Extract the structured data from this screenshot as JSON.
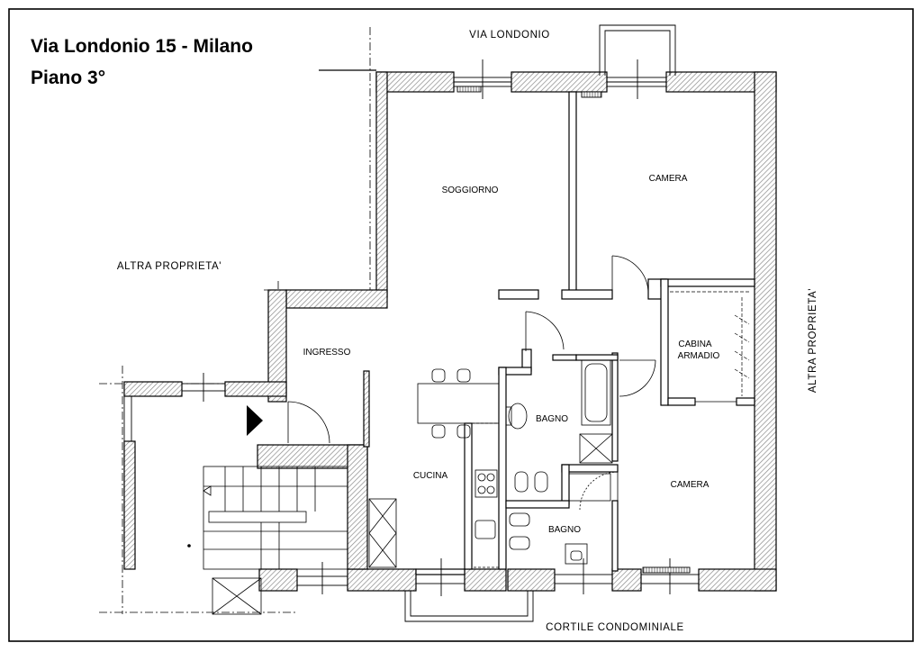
{
  "header": {
    "address": "Via Londonio 15 - Milano",
    "floor": "Piano 3°"
  },
  "surroundings": {
    "street_north": "VIA LONDONIO",
    "courtyard_south": "CORTILE CONDOMINIALE",
    "other_property_west": "ALTRA PROPRIETA'",
    "other_property_east": "ALTRA PROPRIETA'"
  },
  "rooms": {
    "living": "SOGGIORNO",
    "bedroom_north": "CAMERA",
    "entrance": "INGRESSO",
    "wardrobe_line1": "CABINA",
    "wardrobe_line2": "ARMADIO",
    "kitchen": "CUCINA",
    "bathroom_main": "BAGNO",
    "bathroom_second": "BAGNO",
    "bedroom_south": "CAMERA"
  },
  "colors": {
    "line": "#000000",
    "wall_hatch": "#8a8a8a",
    "background": "#ffffff"
  }
}
